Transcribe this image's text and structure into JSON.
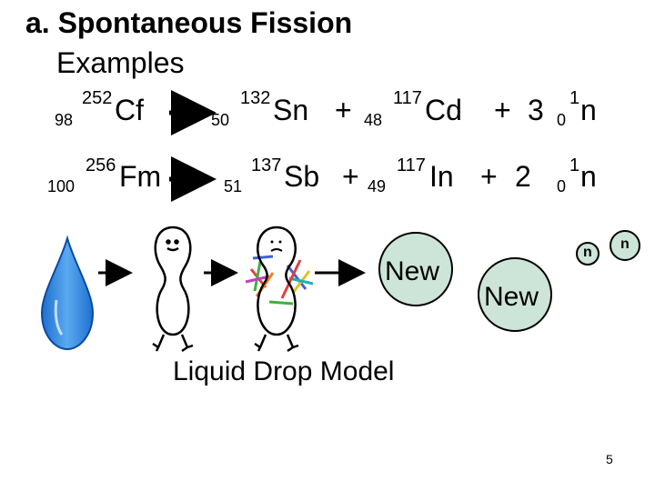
{
  "heading": {
    "label": "a.",
    "title": "Spontaneous Fission",
    "subtitle": "Examples"
  },
  "reactions": [
    {
      "reactant": {
        "z": "98",
        "a": "252",
        "symbol": "Cf"
      },
      "product1": {
        "z": "50",
        "a": "132",
        "symbol": "Sn"
      },
      "plus1": "+",
      "product2": {
        "z": "48",
        "a": "117",
        "symbol": "Cd"
      },
      "plus2": "+",
      "neutron_count": "3",
      "neutron": {
        "z": "0",
        "a": "1",
        "symbol": "n"
      }
    },
    {
      "reactant": {
        "z": "100",
        "a": "256",
        "symbol": "Fm"
      },
      "product1": {
        "z": "51",
        "a": "137",
        "symbol": "Sb"
      },
      "plus1": "+",
      "product2": {
        "z": "49",
        "a": "117",
        "symbol": "In"
      },
      "plus2": "+",
      "neutron_count": "2",
      "neutron": {
        "z": "0",
        "a": "1",
        "symbol": "n"
      }
    }
  ],
  "diagram": {
    "fragment_label_1": "New",
    "fragment_label_2": "New",
    "neutron_label_1": "n",
    "neutron_label_2": "n",
    "caption": "Liquid Drop Model",
    "colors": {
      "drop": "#3a8fe0",
      "fragment": "#cde5d8",
      "neutron": "#cde5d8"
    }
  },
  "page_number": "5"
}
